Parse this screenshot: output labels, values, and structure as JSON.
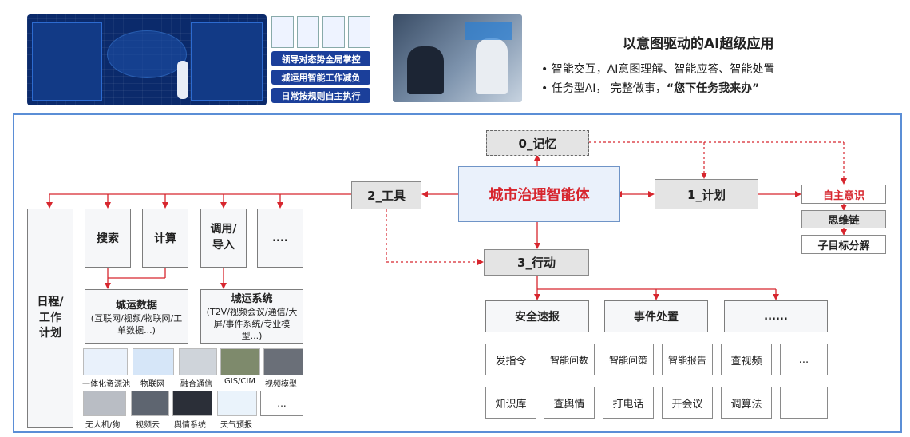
{
  "banner": {
    "blue_pills": [
      "领导对态势全局掌控",
      "城运用智能工作减负",
      "日常按规则自主执行"
    ],
    "title": "以意图驱动的AI超级应用",
    "bullet1": "• 智能交互，AI意图理解、智能应答、智能处置",
    "bullet2_prefix": "• 任务型AI， 完整做事，",
    "bullet2_emph": "“您下任务我来办”"
  },
  "diagram": {
    "center": "城市治理智能体",
    "memory": "0_记忆",
    "plan": "1_计划",
    "tools": "2_工具",
    "action": "3_行动",
    "plan_items": [
      "自主意识",
      "思维链",
      "子目标分解"
    ],
    "schedule": "日程/工作计划",
    "tool_items": [
      "搜索",
      "计算",
      "调用/导入",
      "...."
    ],
    "data_box": {
      "title": "城运数据",
      "body": "(互联网/视频/物联网/工单数据...)"
    },
    "system_box": {
      "title": "城运系统",
      "body": "(T2V/视频会议/通信/大屏/事件系统/专业模型...)"
    },
    "resources_row1": [
      "一体化资源池",
      "物联网",
      "融合通信",
      "GIS/CIM",
      "视频模型"
    ],
    "resources_row2": [
      "无人机/狗",
      "视频云",
      "舆情系统",
      "天气预报",
      "..."
    ],
    "action_cats": [
      "安全速报",
      "事件处置",
      "......"
    ],
    "action_row1": [
      "发指令",
      "智能问数",
      "智能问策",
      "智能报告",
      "查视频",
      "..."
    ],
    "action_row2": [
      "知识库",
      "查舆情",
      "打电话",
      "开会议",
      "调算法",
      ""
    ]
  },
  "colors": {
    "accent_red": "#d7262e",
    "pill_blue": "#1b3f9a",
    "frame_blue": "#5b8ed6"
  }
}
